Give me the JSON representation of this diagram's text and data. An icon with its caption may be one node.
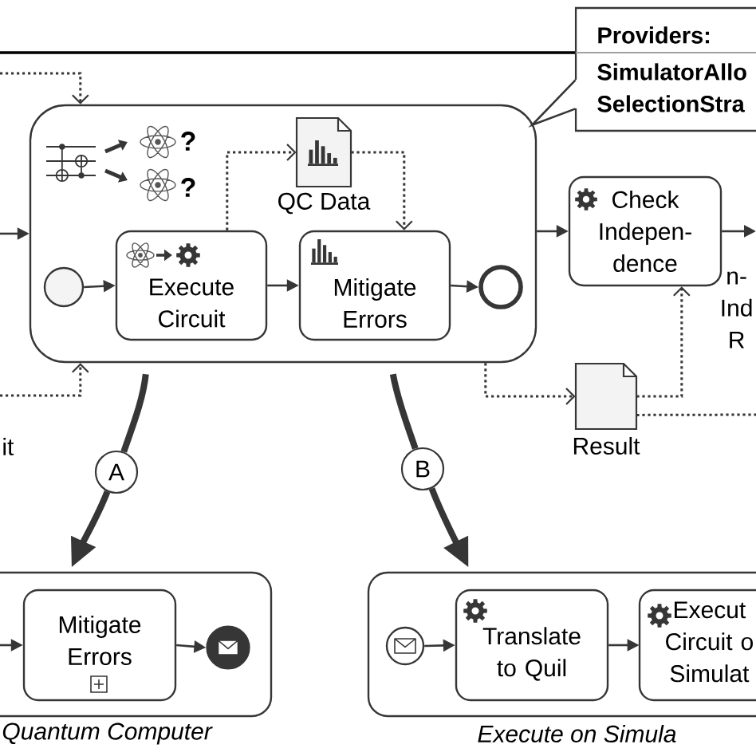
{
  "diagram": {
    "nodes": [
      {
        "text": [
          "Providers:",
          "SimulatorAllo",
          "SelectionStra"
        ]
      },
      {
        "text": [],
        "shape": "box"
      },
      {
        "text": [
          "QC Data"
        ],
        "in": 1
      },
      {
        "text": [],
        "shape": "circle",
        "in": 1
      },
      {
        "text": [
          "Execute Circuit"
        ],
        "in": 1
      },
      {
        "text": [
          "Mitigate Errors"
        ],
        "in": 1
      },
      {
        "text": [],
        "shape": "circle",
        "in": 1
      },
      {
        "text": [
          "Check Indepen- dence"
        ]
      },
      {
        "text": [
          "Result"
        ]
      },
      {
        "text": [
          "A"
        ]
      },
      {
        "text": [
          "B"
        ]
      },
      {
        "text": [
          "Quantum Computer"
        ]
      },
      {
        "text": [
          "Mitigate Errors"
        ],
        "in": 11
      },
      {
        "text": [],
        "shape": "circle",
        "in": 11
      },
      {
        "text": [
          "Execute on Simula"
        ]
      },
      {
        "text": [],
        "shape": "circle",
        "in": 14
      },
      {
        "text": [
          "Translate to Quil"
        ],
        "in": 14
      },
      {
        "text": [
          "Execut Circuit o Simulat"
        ],
        "in": 14
      }
    ],
    "edges": [
      {
        "from": 0,
        "to": 1,
        "arrow": "none"
      },
      {
        "from": null,
        "to": 1,
        "arrow": "to",
        "style": "dashed"
      },
      {
        "from": null,
        "to": 1,
        "arrow": "to"
      },
      {
        "from": null,
        "to": 1,
        "arrow": "to",
        "style": "dashed"
      },
      {
        "from": 4,
        "to": 2,
        "arrow": "to",
        "style": "dashed"
      },
      {
        "from": 2,
        "to": 5,
        "arrow": "to",
        "style": "dashed"
      },
      {
        "from": 3,
        "to": 4,
        "arrow": "to"
      },
      {
        "from": 4,
        "to": 5,
        "arrow": "to"
      },
      {
        "from": 5,
        "to": 6,
        "arrow": "to"
      },
      {
        "from": 1,
        "to": 7,
        "arrow": "to"
      },
      {
        "from": 7,
        "to": null,
        "arrow": "to"
      },
      {
        "from": 1,
        "to": 8,
        "arrow": "to",
        "style": "dashed"
      },
      {
        "from": 8,
        "to": 7,
        "arrow": "to",
        "style": "dashed"
      },
      {
        "from": 8,
        "to": null,
        "arrow": "none",
        "style": "dashed"
      },
      {
        "from": 1,
        "to": 9,
        "arrow": "none",
        "style": "thick"
      },
      {
        "from": 9,
        "to": 11,
        "arrow": "to",
        "style": "thick"
      },
      {
        "from": 1,
        "to": 10,
        "arrow": "none",
        "style": "thick"
      },
      {
        "from": 10,
        "to": 14,
        "arrow": "to",
        "style": "thick"
      },
      {
        "from": null,
        "to": 12,
        "arrow": "to"
      },
      {
        "from": 12,
        "to": 13,
        "arrow": "to"
      },
      {
        "from": 15,
        "to": 16,
        "arrow": "to"
      },
      {
        "from": 16,
        "to": 17,
        "arrow": "to"
      }
    ],
    "labels": [
      "?",
      "?",
      "n- Ind R",
      "it"
    ]
  }
}
